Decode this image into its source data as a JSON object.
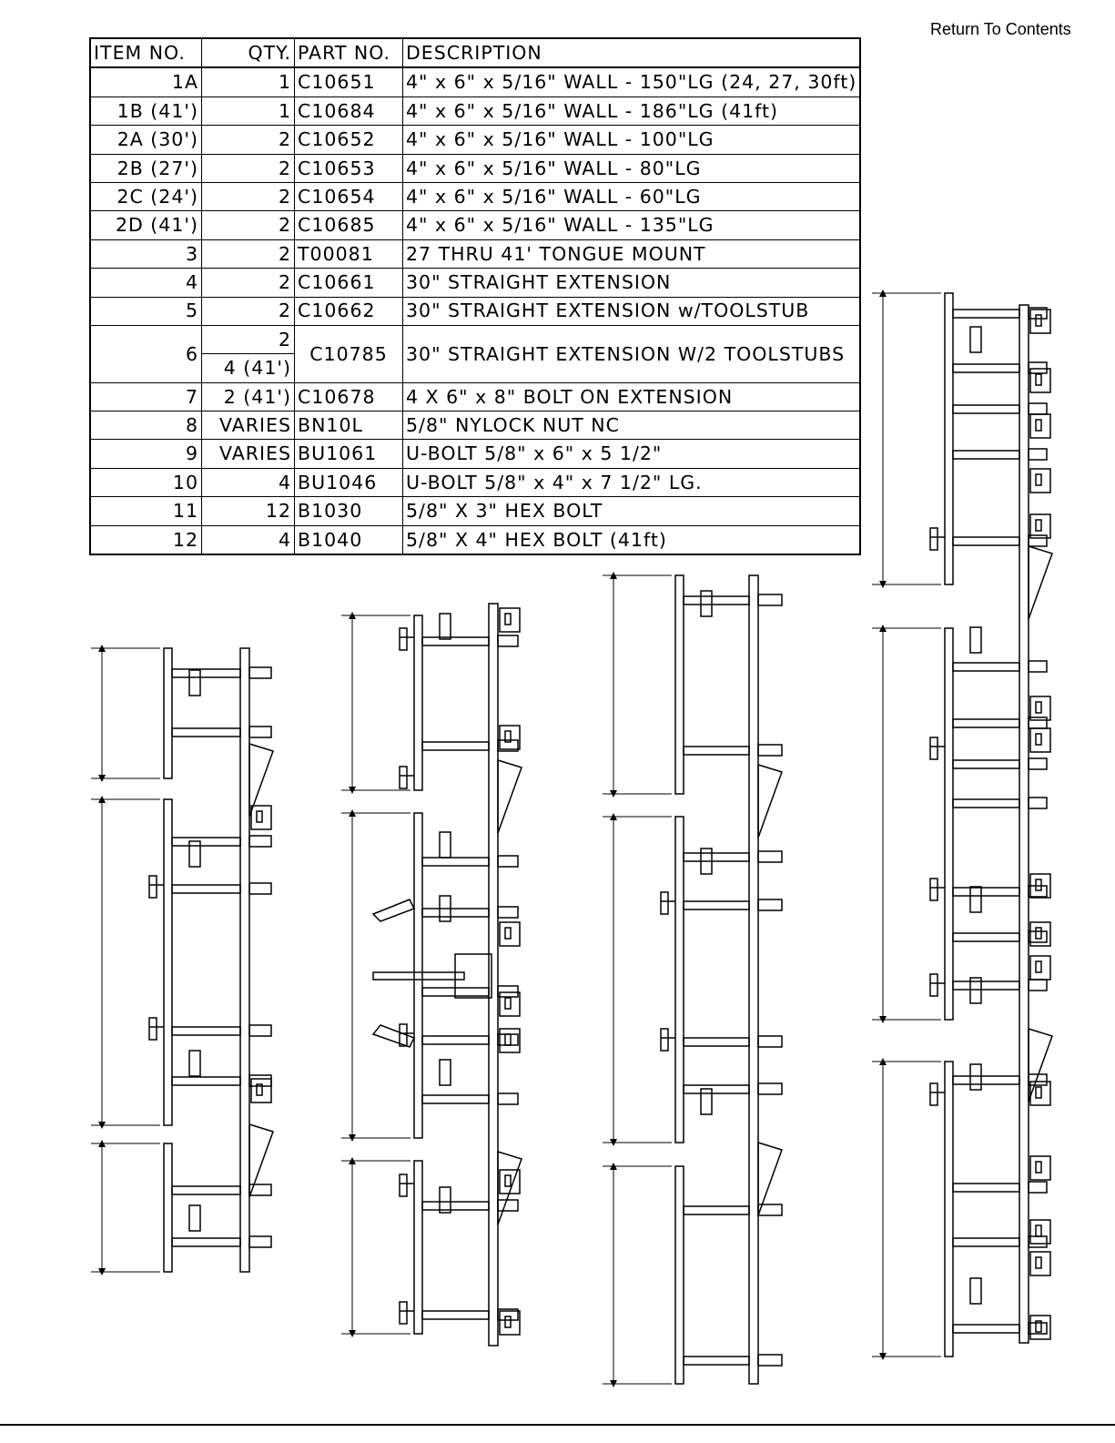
{
  "header": {
    "return_link": "Return To Contents"
  },
  "bom": {
    "columns": [
      "ITEM NO.",
      "QTY.",
      "PART NO.",
      "DESCRIPTION"
    ],
    "rows": [
      {
        "item": "1A",
        "qty": "1",
        "part": "C10651",
        "desc": "4\" x 6\" x 5/16\" WALL - 150\"LG (24, 27, 30ft)"
      },
      {
        "item": "1B (41')",
        "qty": "1",
        "part": "C10684",
        "desc": "4\" x 6\" x 5/16\" WALL - 186\"LG (41ft)"
      },
      {
        "item": "2A (30')",
        "qty": "2",
        "part": "C10652",
        "desc": "4\" x 6\" x 5/16\" WALL - 100\"LG"
      },
      {
        "item": "2B (27')",
        "qty": "2",
        "part": "C10653",
        "desc": "4\" x 6\" x 5/16\" WALL - 80\"LG"
      },
      {
        "item": "2C (24')",
        "qty": "2",
        "part": "C10654",
        "desc": "4\" x 6\" x 5/16\" WALL - 60\"LG"
      },
      {
        "item": "2D (41')",
        "qty": "2",
        "part": "C10685",
        "desc": "4\" x 6\" x 5/16\" WALL - 135\"LG"
      },
      {
        "item": "3",
        "qty": "2",
        "part": "T00081",
        "desc": "27 THRU 41' TONGUE MOUNT"
      },
      {
        "item": "4",
        "qty": "2",
        "part": "C10661",
        "desc": "30\" STRAIGHT EXTENSION"
      },
      {
        "item": "5",
        "qty": "2",
        "part": "C10662",
        "desc": "30\" STRAIGHT EXTENSION w/TOOLSTUB"
      },
      {
        "item": "6",
        "qty": "2",
        "qty2": "4 (41')",
        "part": "C10785",
        "desc": "30\" STRAIGHT EXTENSION W/2 TOOLSTUBS"
      },
      {
        "item": "7",
        "qty": "2 (41')",
        "part": "C10678",
        "desc": "4 X 6\" x 8\" BOLT ON EXTENSION"
      },
      {
        "item": "8",
        "qty": "VARIES",
        "part": "BN10L",
        "desc": "5/8\" NYLOCK NUT NC"
      },
      {
        "item": "9",
        "qty": "VARIES",
        "part": "BU1061",
        "desc": "U-BOLT 5/8\" x 6\" x 5 1/2\""
      },
      {
        "item": "10",
        "qty": "4",
        "part": "BU1046",
        "desc": "U-BOLT 5/8\" x 4\" x 7 1/2\" LG."
      },
      {
        "item": "11",
        "qty": "12",
        "part": "B1030",
        "desc": "5/8\" X 3\" HEX BOLT"
      },
      {
        "item": "12",
        "qty": "4",
        "part": "B1040",
        "desc": "5/8\" X 4\" HEX BOLT (41ft)"
      }
    ]
  },
  "drawings": {
    "views": [
      "frame-24ft",
      "frame-27ft",
      "frame-30ft",
      "frame-41ft"
    ]
  }
}
